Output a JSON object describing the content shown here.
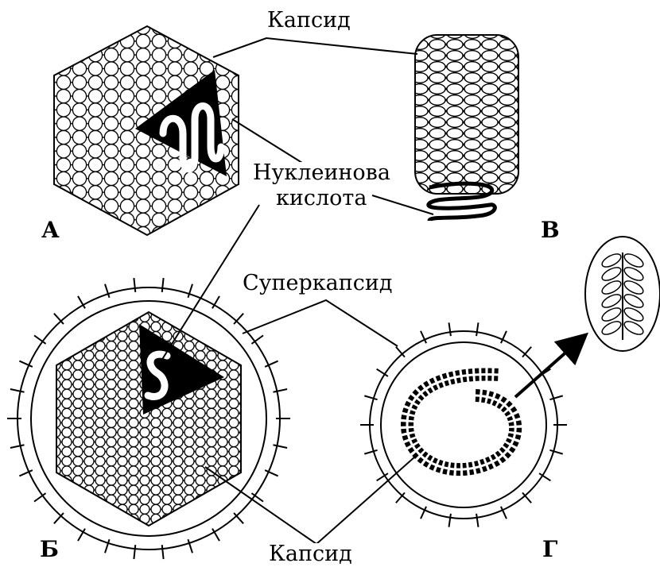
{
  "labels": {
    "capsid_top": "Капсид",
    "nucleic_line1": "Нуклеинова",
    "nucleic_line2": "кислота",
    "supercapsid": "Суперкапсид",
    "capsid_bottom": "Капсид"
  },
  "panels": {
    "a": "А",
    "b": "Б",
    "v": "В",
    "g": "Г"
  }
}
